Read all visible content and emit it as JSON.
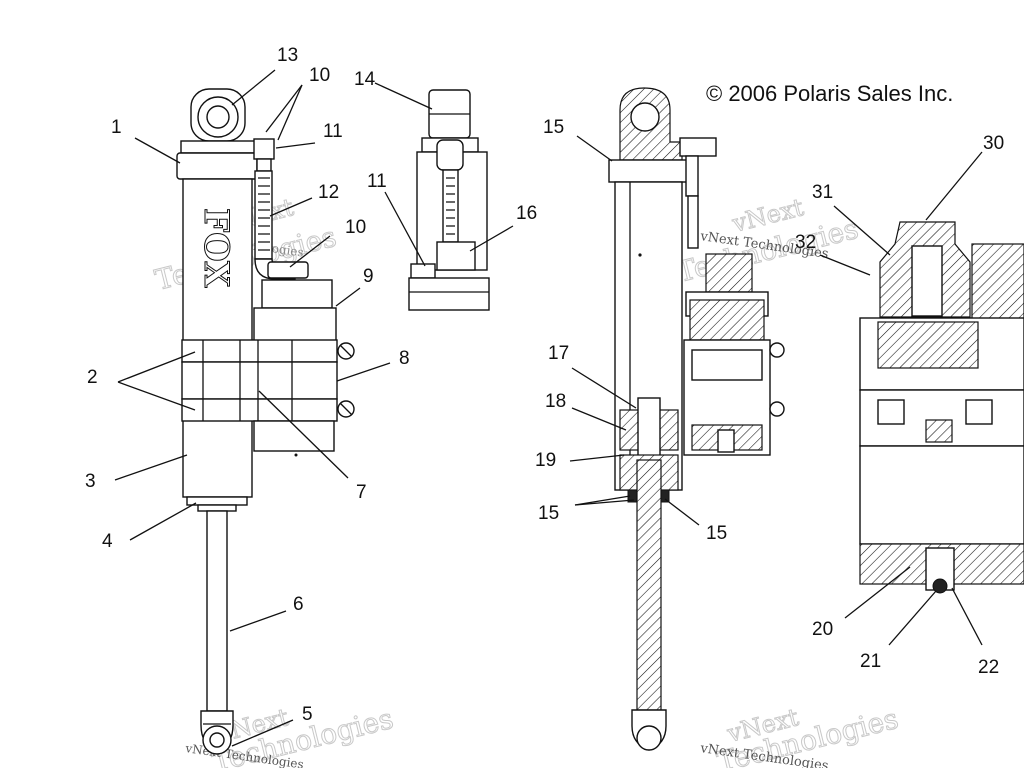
{
  "copyright": "© 2006 Polaris Sales Inc.",
  "watermark": {
    "line1": "vNext",
    "line2": "Technologies",
    "small": "vNext Technologies"
  },
  "callouts": [
    "13",
    "10",
    "14",
    "1",
    "11",
    "12",
    "11",
    "16",
    "10",
    "9",
    "2",
    "8",
    "3",
    "7",
    "4",
    "6",
    "5",
    "15",
    "17",
    "18",
    "19",
    "15",
    "15",
    "30",
    "31",
    "32",
    "20",
    "21",
    "22"
  ],
  "brand_mark": "FOX"
}
